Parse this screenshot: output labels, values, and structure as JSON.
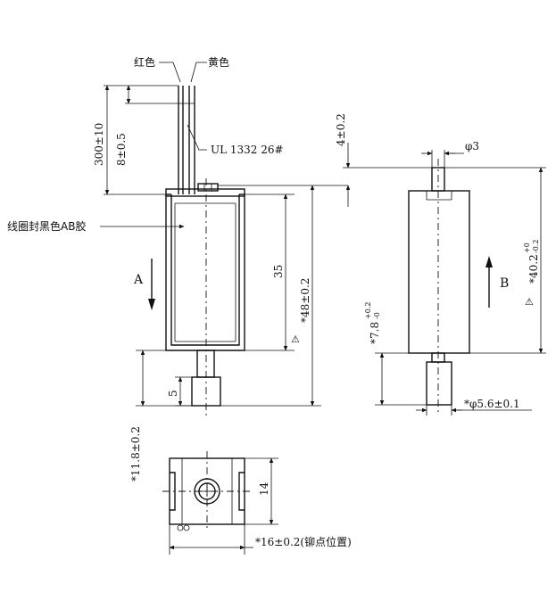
{
  "labels": {
    "red_wire": "红色",
    "yellow_wire": "黄色",
    "wire_spec": "UL 1332 26#",
    "coil_seal": "线圈封黑色AB胶",
    "view_a": "A",
    "view_b": "B"
  },
  "dimensions": {
    "lead_length": "300±10",
    "strip_length": "8±0.5",
    "plunger_protrusion": "4±0.2",
    "pin_diameter": "φ3",
    "frame_height": "35",
    "total_height": "*48±0.2",
    "body_height": "*40.2",
    "body_height_tol_upper": "+0",
    "body_height_tol_lower": "-0.2",
    "plunger_len": "*7.8",
    "plunger_len_tol_upper": "+0.2",
    "plunger_len_tol_lower": "-0",
    "plunger_diameter": "*φ5.6±0.1",
    "tip_length": "5",
    "bottom_length": "*11.8±0.2",
    "base_height": "14",
    "base_width": "*16±0.2(铆点位置)"
  },
  "symbols": {
    "caution_a": "⚠",
    "caution_b": "⚠"
  }
}
